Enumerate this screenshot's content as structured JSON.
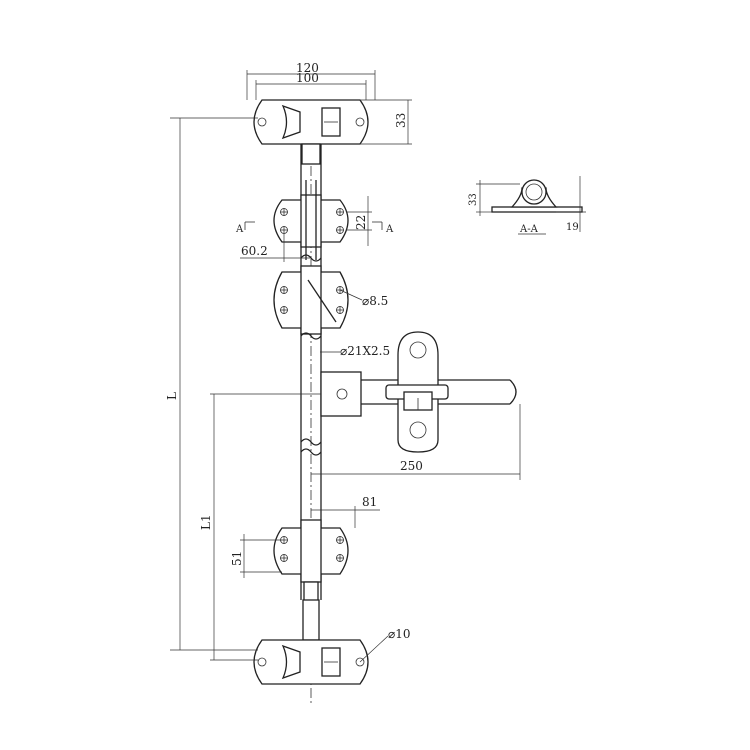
{
  "dimensions": {
    "top_width_outer": "120",
    "top_width_inner": "100",
    "top_height": "33",
    "length_total": "L",
    "length_l1": "L1",
    "bracket_width": "60.2",
    "bracket_height": "22",
    "hole_dia": "⌀8.5",
    "pipe": "⌀21X2.5",
    "handle_length": "250",
    "lower_bracket_width": "81",
    "lower_bracket_height": "51",
    "bottom_hole": "⌀10"
  },
  "section": {
    "mark_left": "A",
    "mark_right": "A",
    "height": "33",
    "offset": "19",
    "label": "A-A"
  }
}
